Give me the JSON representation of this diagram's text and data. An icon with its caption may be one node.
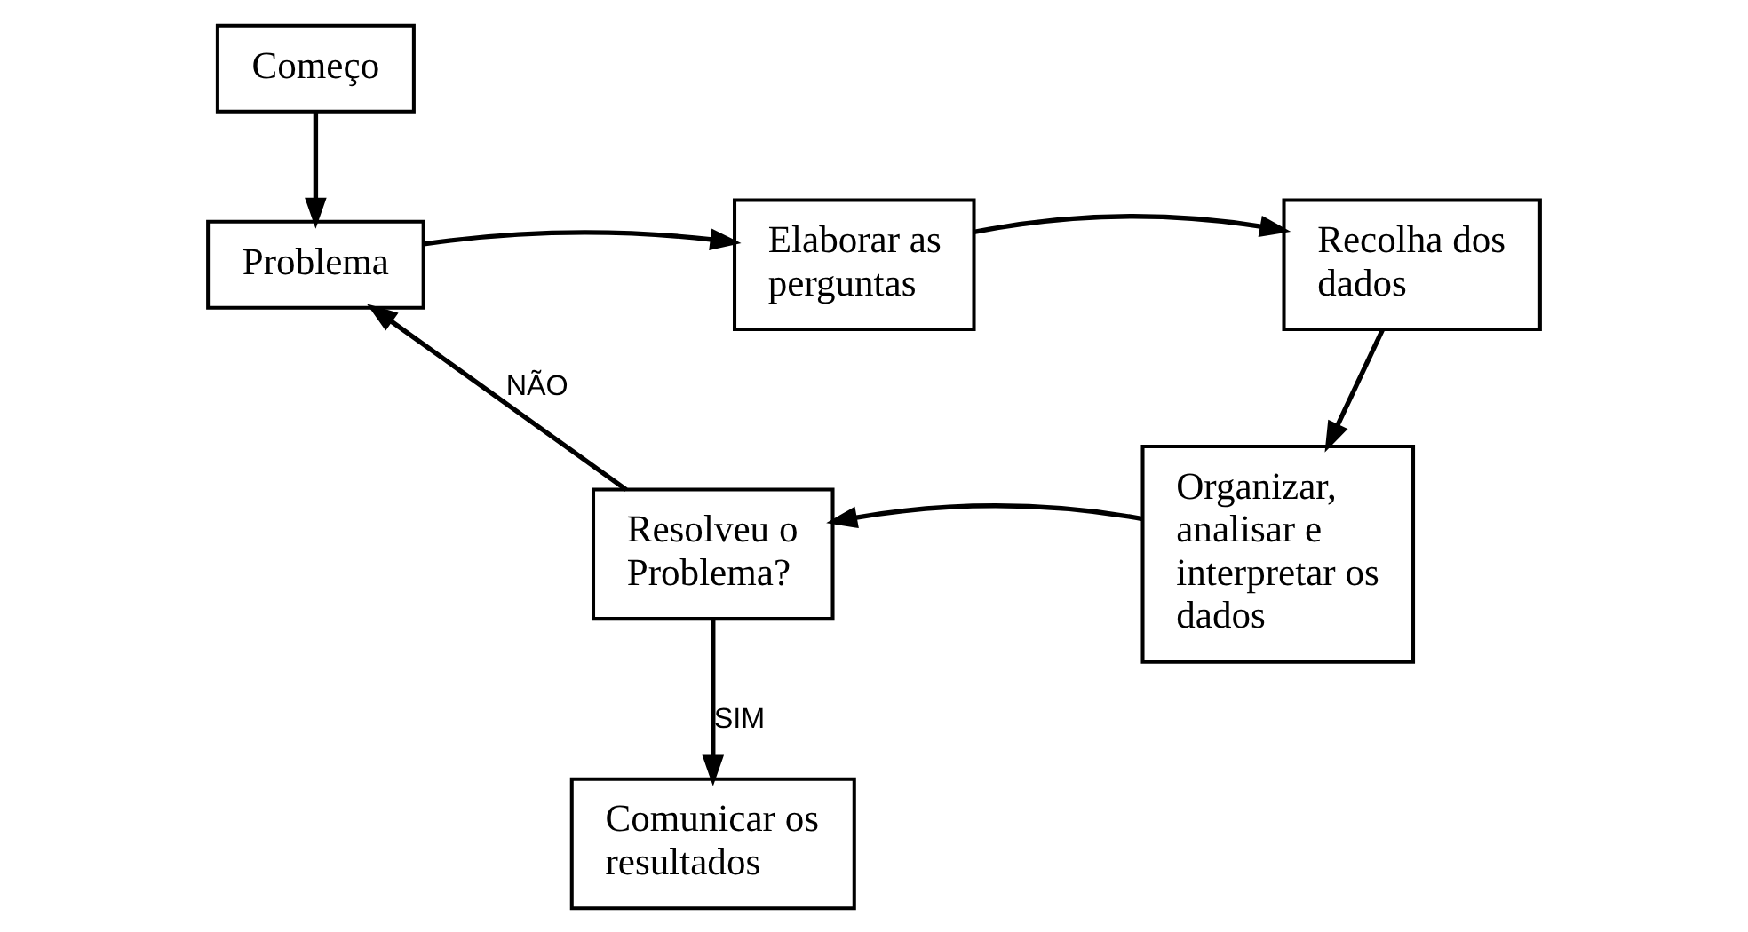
{
  "diagram": {
    "nodes": [
      {
        "text": [
          "Começo"
        ]
      },
      {
        "text": [
          "Problema"
        ]
      },
      {
        "text": [
          "Elaborar as perguntas"
        ]
      },
      {
        "text": [
          "Recolha dos dados"
        ]
      },
      {
        "text": [
          "Organizar, analisar e interpretar os dados"
        ]
      },
      {
        "text": [
          "Resolveu o Problema?"
        ]
      },
      {
        "text": [
          "Comunicar os resultados"
        ]
      }
    ],
    "edges": [
      {
        "from": 0,
        "to": 1,
        "arrow": "to"
      },
      {
        "from": 1,
        "to": 2,
        "arrow": "to"
      },
      {
        "from": 2,
        "to": 3,
        "arrow": "to"
      },
      {
        "from": 3,
        "to": 4,
        "arrow": "to"
      },
      {
        "from": 4,
        "to": 5,
        "arrow": "to"
      },
      {
        "from": 5,
        "to": 1,
        "label": "NÃO",
        "arrow": "to"
      },
      {
        "from": 5,
        "to": 6,
        "label": "SIM",
        "arrow": "to"
      }
    ]
  }
}
